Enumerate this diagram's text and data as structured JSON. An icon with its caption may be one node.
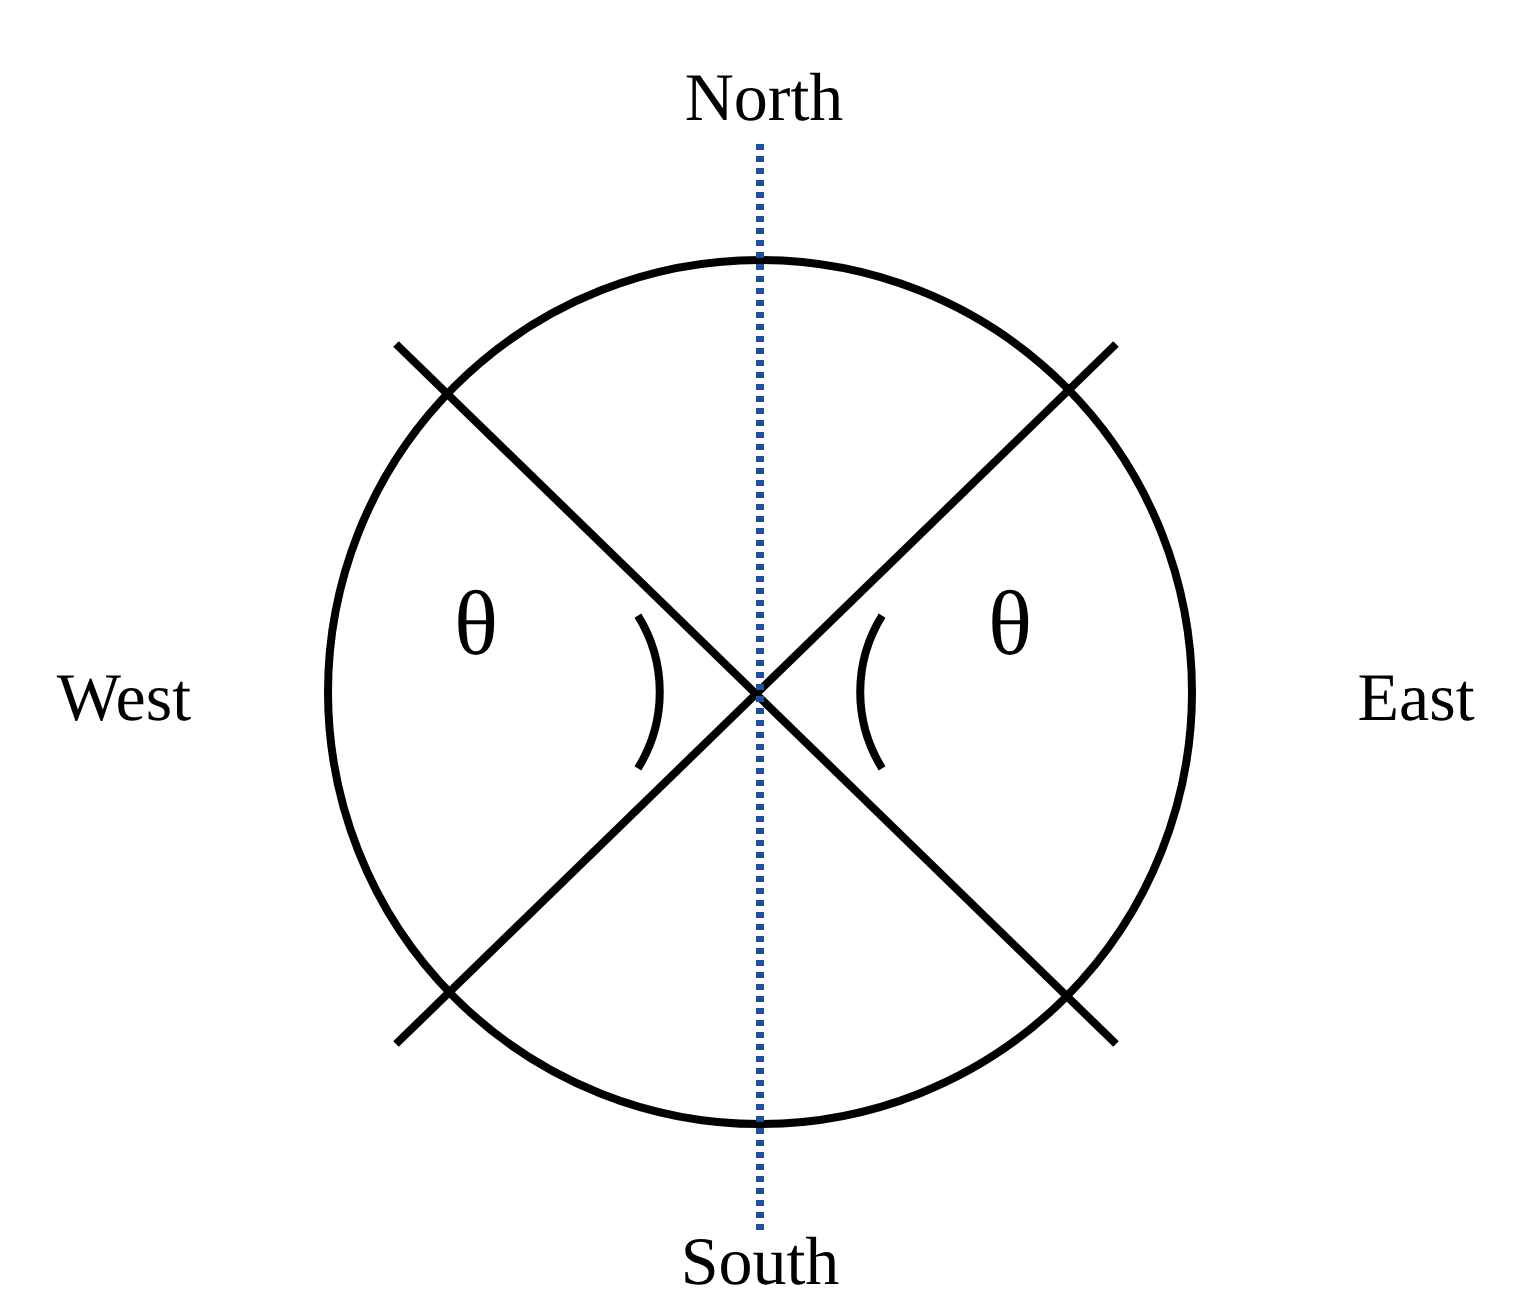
{
  "diagram": {
    "labels": [
      "North",
      "θ",
      "θ",
      "West",
      "East",
      "South"
    ]
  }
}
